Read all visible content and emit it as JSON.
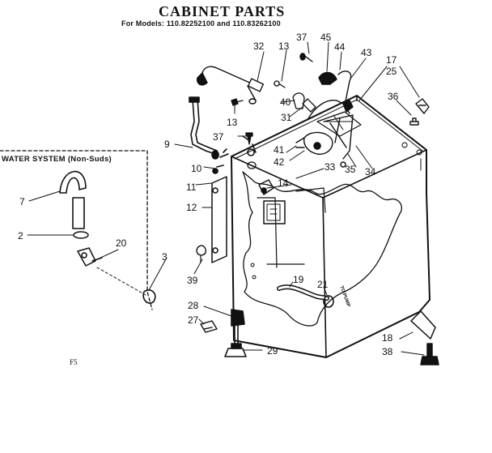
{
  "header": {
    "title": "CABINET PARTS",
    "subtitle": "For Models: 110.82252100 and 110.83262100"
  },
  "inset": {
    "title": "WATER SYSTEM (Non-Suds)"
  },
  "pump_label": "TO PUMP",
  "footer": {
    "code": "F5"
  },
  "callouts": {
    "c2": "2",
    "c3": "3",
    "c7": "7",
    "c9": "9",
    "c10": "10",
    "c11": "11",
    "c12": "12",
    "c13a": "13",
    "c13b": "13",
    "c14": "14",
    "c17": "17",
    "c18": "18",
    "c19": "19",
    "c20": "20",
    "c21": "21",
    "c25": "25",
    "c27": "27",
    "c28": "28",
    "c29": "29",
    "c31": "31",
    "c32": "32",
    "c33": "33",
    "c34": "34",
    "c35": "35",
    "c36": "36",
    "c37a": "37",
    "c37b": "37",
    "c38": "38",
    "c39": "39",
    "c40": "40",
    "c41": "41",
    "c42": "42",
    "c43": "43",
    "c44": "44",
    "c45": "45"
  }
}
